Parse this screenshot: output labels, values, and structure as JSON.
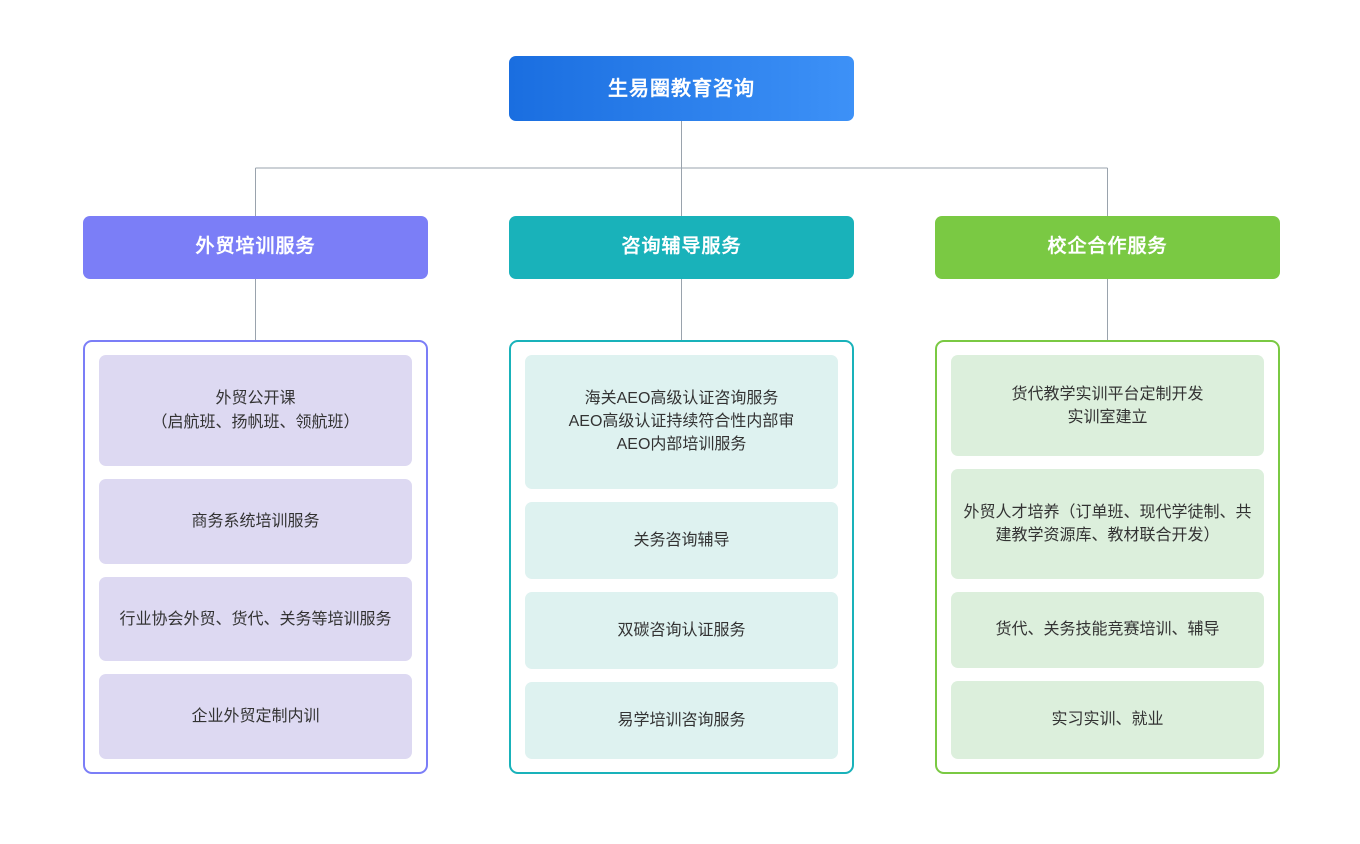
{
  "diagram": {
    "type": "org-chart",
    "background": "#ffffff",
    "connector_color": "#9aa3ad"
  },
  "root": {
    "label": "生易圈教育咨询",
    "gradient_from": "#1a6ee0",
    "gradient_to": "#3d91f7",
    "text_color": "#ffffff"
  },
  "branches": [
    {
      "header": "外贸培训服务",
      "header_color": "#7b7ef7",
      "border_color": "#7b7ef7",
      "card_color": "#ddd9f2",
      "text_color": "#333333",
      "items": [
        "外贸公开课\n（启航班、扬帆班、领航班）",
        "商务系统培训服务",
        "行业协会外贸、货代、关务等培训服务",
        "企业外贸定制内训"
      ]
    },
    {
      "header": "咨询辅导服务",
      "header_color": "#19b2ba",
      "border_color": "#19b2ba",
      "card_color": "#def2f0",
      "text_color": "#333333",
      "items": [
        "海关AEO高级认证咨询服务\nAEO高级认证持续符合性内部审\nAEO内部培训服务",
        "关务咨询辅导",
        "双碳咨询认证服务",
        "易学培训咨询服务"
      ]
    },
    {
      "header": "校企合作服务",
      "header_color": "#7ac943",
      "border_color": "#7ac943",
      "card_color": "#dcefdc",
      "text_color": "#333333",
      "items": [
        "货代教学实训平台定制开发\n实训室建立",
        "外贸人才培养（订单班、现代学徒制、共建教学资源库、教材联合开发）",
        "货代、关务技能竞赛培训、辅导",
        "实习实训、就业"
      ]
    }
  ]
}
